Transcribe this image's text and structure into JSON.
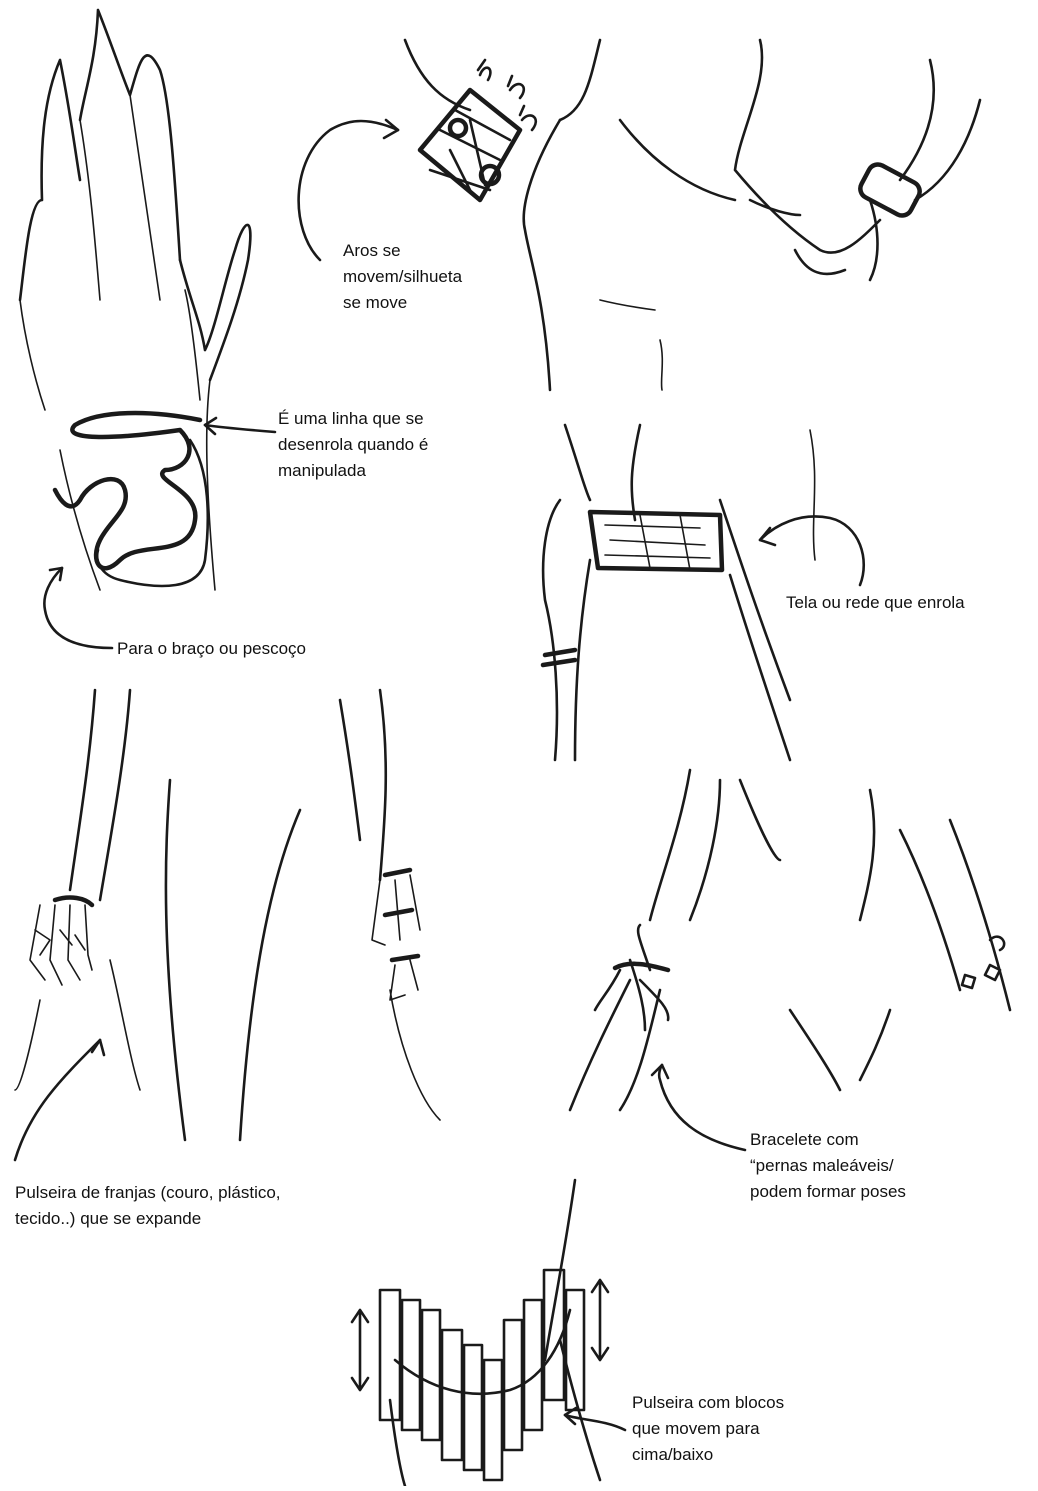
{
  "captions": {
    "rings": [
      "Aros se",
      "movem/silhueta",
      "se move"
    ],
    "line": [
      "É uma linha que se",
      "desenrola quando é",
      "manipulada"
    ],
    "neck": [
      "Para o braço ou pescoço"
    ],
    "mesh": [
      "Tela ou rede que enrola"
    ],
    "fringe": [
      "Pulseira de franjas (couro, plástico,",
      "tecido..) que se expande"
    ],
    "legs": [
      "Bracelete com",
      "“pernas maleáveis/",
      "podem formar poses"
    ],
    "blocks": [
      "Pulseira com blocos",
      "que movem para",
      "cima/baixo"
    ]
  }
}
